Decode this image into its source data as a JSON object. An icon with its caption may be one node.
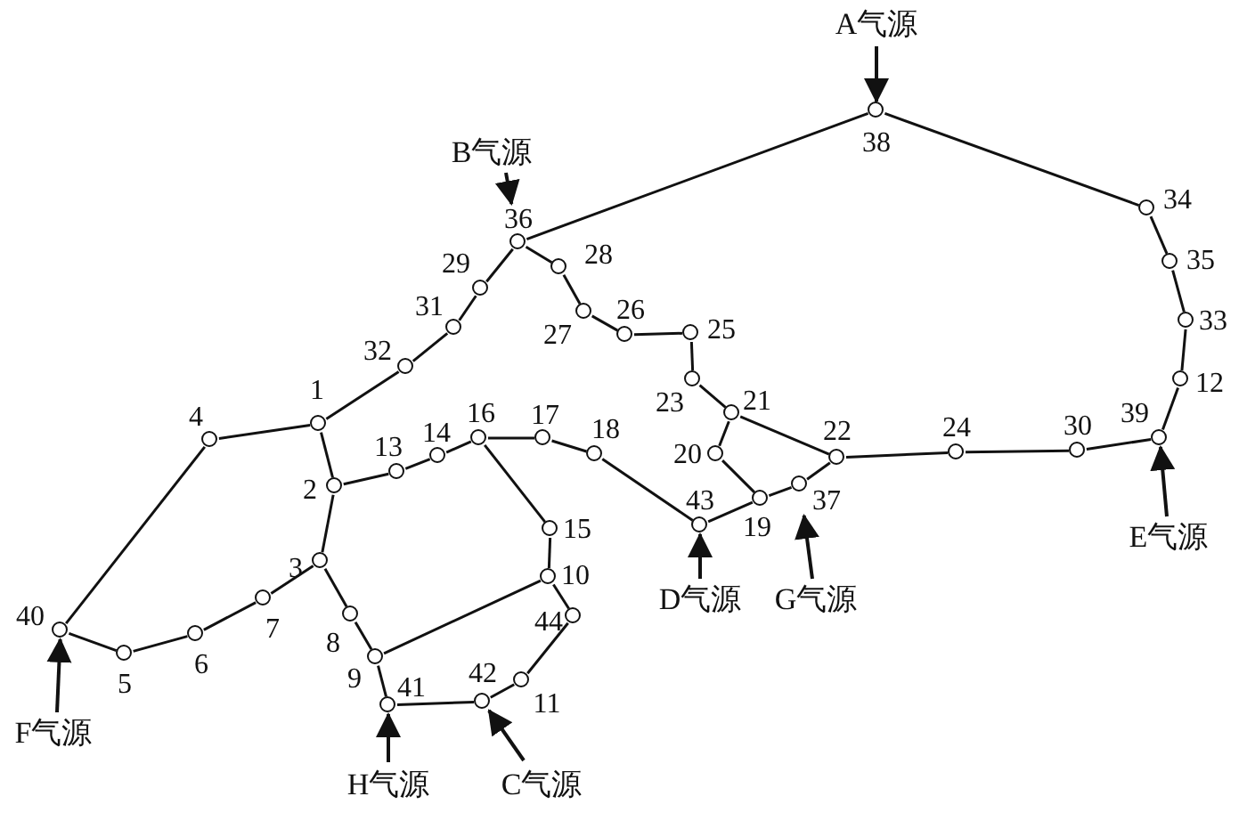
{
  "diagram": {
    "nodes": [
      {
        "text": [
          "1"
        ]
      },
      {
        "text": [
          "2"
        ]
      },
      {
        "text": [
          "3"
        ]
      },
      {
        "text": [
          "4"
        ]
      },
      {
        "text": [
          "5"
        ]
      },
      {
        "text": [
          "6"
        ]
      },
      {
        "text": [
          "7"
        ]
      },
      {
        "text": [
          "8"
        ]
      },
      {
        "text": [
          "9"
        ]
      },
      {
        "text": [
          "10"
        ]
      },
      {
        "text": [
          "11"
        ]
      },
      {
        "text": [
          "12"
        ]
      },
      {
        "text": [
          "13"
        ]
      },
      {
        "text": [
          "14"
        ]
      },
      {
        "text": [
          "15"
        ]
      },
      {
        "text": [
          "16"
        ]
      },
      {
        "text": [
          "17"
        ]
      },
      {
        "text": [
          "18"
        ]
      },
      {
        "text": [
          "19"
        ]
      },
      {
        "text": [
          "20"
        ]
      },
      {
        "text": [
          "21"
        ]
      },
      {
        "text": [
          "22"
        ]
      },
      {
        "text": [
          "23"
        ]
      },
      {
        "text": [
          "24"
        ]
      },
      {
        "text": [
          "25"
        ]
      },
      {
        "text": [
          "26"
        ]
      },
      {
        "text": [
          "27"
        ]
      },
      {
        "text": [
          "28"
        ]
      },
      {
        "text": [
          "29"
        ]
      },
      {
        "text": [
          "30"
        ]
      },
      {
        "text": [
          "31"
        ]
      },
      {
        "text": [
          "32"
        ]
      },
      {
        "text": [
          "33"
        ]
      },
      {
        "text": [
          "34"
        ]
      },
      {
        "text": [
          "35"
        ]
      },
      {
        "text": [
          "36"
        ]
      },
      {
        "text": [
          "37"
        ]
      },
      {
        "text": [
          "38"
        ]
      },
      {
        "text": [
          "39"
        ]
      },
      {
        "text": [
          "40"
        ]
      },
      {
        "text": [
          "41"
        ]
      },
      {
        "text": [
          "42"
        ]
      },
      {
        "text": [
          "43"
        ]
      },
      {
        "text": [
          "44"
        ]
      },
      {
        "text": [
          "A气源"
        ]
      },
      {
        "text": [
          "B气源"
        ]
      },
      {
        "text": [
          "C气源"
        ]
      },
      {
        "text": [
          "D气源"
        ]
      },
      {
        "text": [
          "E气源"
        ]
      },
      {
        "text": [
          "F气源"
        ]
      },
      {
        "text": [
          "G气源"
        ]
      },
      {
        "text": [
          "H气源"
        ]
      }
    ],
    "edges": [
      {
        "from": 39,
        "to": 3,
        "arrow": "none"
      },
      {
        "from": 3,
        "to": 0,
        "arrow": "none"
      },
      {
        "from": 0,
        "to": 31,
        "arrow": "none"
      },
      {
        "from": 31,
        "to": 30,
        "arrow": "none"
      },
      {
        "from": 30,
        "to": 28,
        "arrow": "none"
      },
      {
        "from": 28,
        "to": 35,
        "arrow": "none"
      },
      {
        "from": 35,
        "to": 37,
        "arrow": "none"
      },
      {
        "from": 37,
        "to": 33,
        "arrow": "none"
      },
      {
        "from": 33,
        "to": 34,
        "arrow": "none"
      },
      {
        "from": 34,
        "to": 32,
        "arrow": "none"
      },
      {
        "from": 32,
        "to": 11,
        "arrow": "none"
      },
      {
        "from": 11,
        "to": 38,
        "arrow": "none"
      },
      {
        "from": 38,
        "to": 29,
        "arrow": "none"
      },
      {
        "from": 29,
        "to": 23,
        "arrow": "none"
      },
      {
        "from": 23,
        "to": 21,
        "arrow": "none"
      },
      {
        "from": 21,
        "to": 20,
        "arrow": "none"
      },
      {
        "from": 20,
        "to": 22,
        "arrow": "none"
      },
      {
        "from": 22,
        "to": 24,
        "arrow": "none"
      },
      {
        "from": 24,
        "to": 25,
        "arrow": "none"
      },
      {
        "from": 25,
        "to": 26,
        "arrow": "none"
      },
      {
        "from": 26,
        "to": 27,
        "arrow": "none"
      },
      {
        "from": 27,
        "to": 35,
        "arrow": "none"
      },
      {
        "from": 20,
        "to": 19,
        "arrow": "none"
      },
      {
        "from": 19,
        "to": 18,
        "arrow": "none"
      },
      {
        "from": 18,
        "to": 42,
        "arrow": "none"
      },
      {
        "from": 18,
        "to": 36,
        "arrow": "none"
      },
      {
        "from": 36,
        "to": 21,
        "arrow": "none"
      },
      {
        "from": 42,
        "to": 17,
        "arrow": "none"
      },
      {
        "from": 17,
        "to": 16,
        "arrow": "none"
      },
      {
        "from": 16,
        "to": 15,
        "arrow": "none"
      },
      {
        "from": 15,
        "to": 13,
        "arrow": "none"
      },
      {
        "from": 13,
        "to": 12,
        "arrow": "none"
      },
      {
        "from": 12,
        "to": 1,
        "arrow": "none"
      },
      {
        "from": 0,
        "to": 1,
        "arrow": "none"
      },
      {
        "from": 1,
        "to": 2,
        "arrow": "none"
      },
      {
        "from": 2,
        "to": 6,
        "arrow": "none"
      },
      {
        "from": 6,
        "to": 5,
        "arrow": "none"
      },
      {
        "from": 5,
        "to": 4,
        "arrow": "none"
      },
      {
        "from": 4,
        "to": 39,
        "arrow": "none"
      },
      {
        "from": 2,
        "to": 7,
        "arrow": "none"
      },
      {
        "from": 7,
        "to": 8,
        "arrow": "none"
      },
      {
        "from": 8,
        "to": 40,
        "arrow": "none"
      },
      {
        "from": 40,
        "to": 41,
        "arrow": "none"
      },
      {
        "from": 41,
        "to": 10,
        "arrow": "none"
      },
      {
        "from": 10,
        "to": 43,
        "arrow": "none"
      },
      {
        "from": 43,
        "to": 9,
        "arrow": "none"
      },
      {
        "from": 9,
        "to": 14,
        "arrow": "none"
      },
      {
        "from": 14,
        "to": 15,
        "arrow": "none"
      },
      {
        "from": 9,
        "to": 8,
        "arrow": "none"
      },
      {
        "from": 44,
        "to": 37,
        "arrow": "to"
      },
      {
        "from": 45,
        "to": 35,
        "arrow": "to"
      },
      {
        "from": 46,
        "to": 41,
        "arrow": "to"
      },
      {
        "from": 47,
        "to": 42,
        "arrow": "to"
      },
      {
        "from": 48,
        "to": 38,
        "arrow": "to"
      },
      {
        "from": 49,
        "to": 39,
        "arrow": "to"
      },
      {
        "from": 50,
        "to": 36,
        "arrow": "to"
      },
      {
        "from": 51,
        "to": 40,
        "arrow": "to"
      }
    ]
  }
}
